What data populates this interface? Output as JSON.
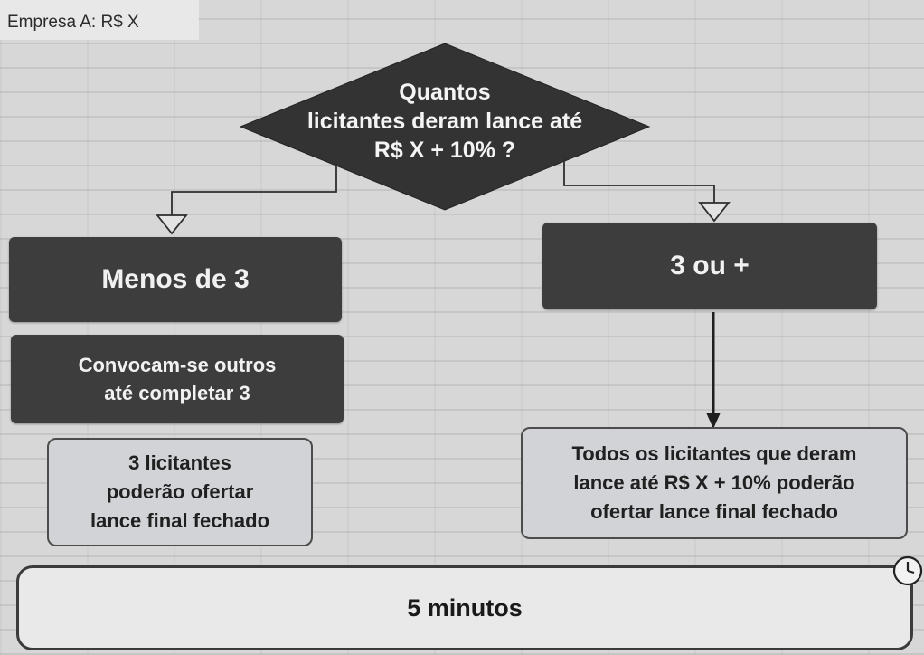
{
  "header": {
    "company_price": "Empresa A: R$ X"
  },
  "decision": {
    "line1": "Quantos",
    "line2": "licitantes deram lance até",
    "line3": "R$ X + 10% ?"
  },
  "left_branch": {
    "label": "Menos de 3",
    "action_line1": "Convocam-se outros",
    "action_line2": "até completar 3",
    "result_line1": "3 licitantes",
    "result_line2": "poderão ofertar",
    "result_line3": "lance final fechado"
  },
  "right_branch": {
    "label": "3 ou +",
    "result_line1": "Todos os licitantes que deram",
    "result_line2": "lance até R$ X + 10% poderão",
    "result_line3": "ofertar lance final fechado"
  },
  "final": {
    "label": "5 minutos",
    "icon": "clock-icon"
  },
  "colors": {
    "dark_box": "#3d3d3d",
    "light_box": "#d2d3d6",
    "background": "#d7d7d7"
  }
}
